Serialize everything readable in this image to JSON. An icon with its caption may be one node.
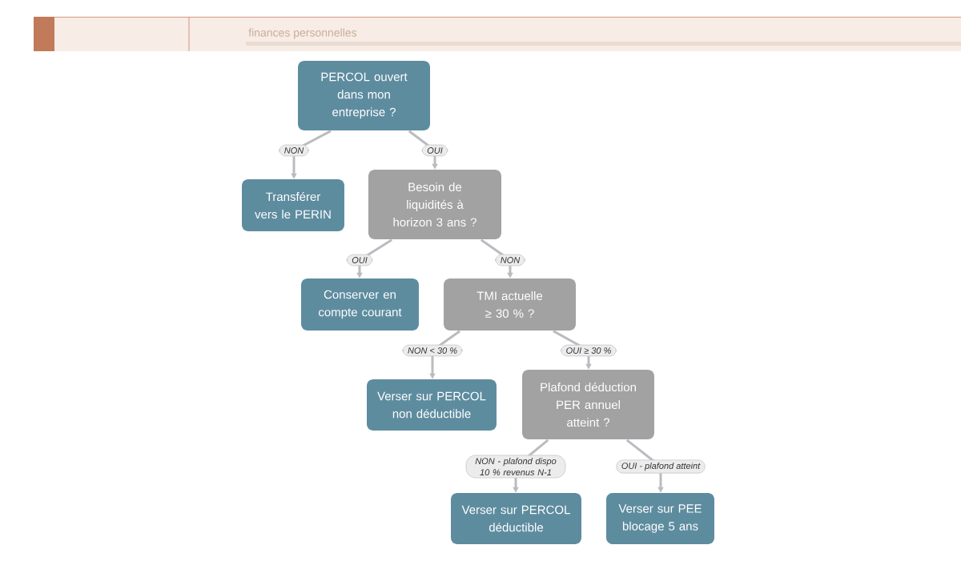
{
  "diagram": {
    "nodes": [
      {
        "text": [
          "PERCOL ouvert dans mon entreprise ?"
        ]
      },
      {
        "text": [
          "Transférer vers le PERIN"
        ]
      },
      {
        "text": [
          "Besoin de liquidités à horizon 3 ans ?"
        ]
      },
      {
        "text": [
          "Conserver en compte courant"
        ]
      },
      {
        "text": [
          "TMI actuelle ≥ 30 % ?"
        ]
      },
      {
        "text": [
          "Verser sur PERCOL non déductible"
        ]
      },
      {
        "text": [
          "Plafond déduction PER annuel atteint ?"
        ]
      },
      {
        "text": [
          "Verser sur PERCOL déductible"
        ]
      },
      {
        "text": [
          "Verser sur PEE blocage 5 ans"
        ]
      }
    ],
    "edges": [
      {
        "from": 0,
        "to": 1,
        "arrow": "to",
        "label": "NON"
      },
      {
        "from": 0,
        "to": 2,
        "arrow": "to",
        "label": "OUI"
      },
      {
        "from": 2,
        "to": 3,
        "arrow": "to",
        "label": "OUI"
      },
      {
        "from": 2,
        "to": 4,
        "arrow": "to",
        "label": "NON"
      },
      {
        "from": 4,
        "to": 5,
        "arrow": "to",
        "label": "NON < 30 %"
      },
      {
        "from": 4,
        "to": 6,
        "arrow": "to",
        "label": "OUI ≥ 30 %"
      },
      {
        "from": 6,
        "to": 7,
        "arrow": "to",
        "label": "NON - plafond dispo 10 % revenus N-1"
      },
      {
        "from": 6,
        "to": 8,
        "arrow": "to",
        "label": "OUI - plafond atteint"
      }
    ],
    "labels": [
      "finances personnelles"
    ]
  }
}
